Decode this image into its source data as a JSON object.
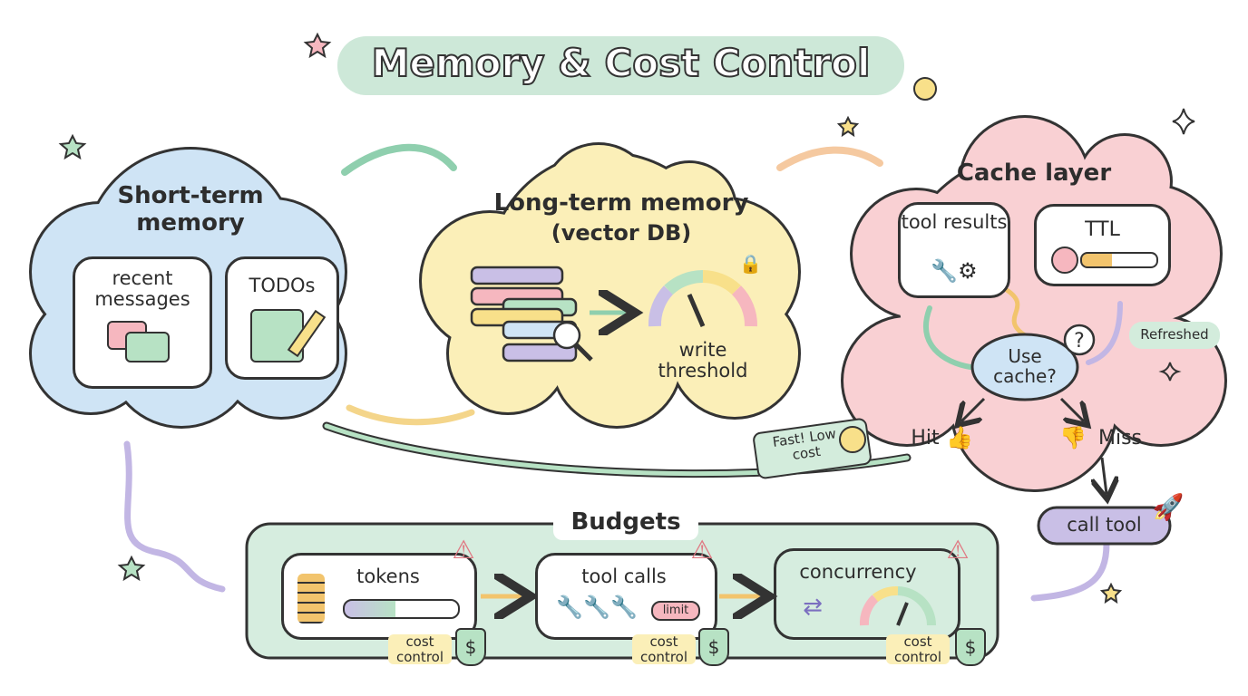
{
  "title": "Memory & Cost Control",
  "short_term": {
    "title": "Short-term memory",
    "cards": [
      {
        "label": "recent messages"
      },
      {
        "label": "TODOs"
      }
    ]
  },
  "long_term": {
    "title": "Long-term memory",
    "subtitle": "(vector DB)",
    "gauge_label": "write threshold"
  },
  "cache": {
    "title": "Cache layer",
    "tool_results": "tool results",
    "ttl": "TTL",
    "decision": "Use cache?",
    "refreshed": "Refreshed",
    "hit": "Hit",
    "miss": "Miss",
    "fast_note": "Fast! Low cost",
    "call_tool": "call tool"
  },
  "budgets": {
    "title": "Budgets",
    "items": [
      {
        "label": "tokens",
        "badge": "cost control",
        "progress": 0.45
      },
      {
        "label": "tool calls",
        "chip": "limit",
        "badge": "cost control"
      },
      {
        "label": "concurrency",
        "badge": "cost control"
      }
    ]
  },
  "colors": {
    "blue": "#cfe4f5",
    "yellow": "#fbefb8",
    "pink": "#f9d0d3",
    "green": "#d3ecdc",
    "purple": "#c9bfe6"
  }
}
